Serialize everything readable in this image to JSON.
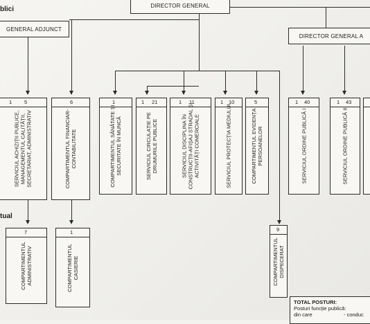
{
  "headers": {
    "director_top": "DIRECTOR GENERAL",
    "director_adjunct_left": "GENERAL ADJUNCT",
    "director_adjunct_right": "DIRECTOR GENERAL A"
  },
  "section_labels": {
    "top_left": "blici",
    "mid_left": "tual"
  },
  "top_departments": [
    {
      "a": "1",
      "b": "5",
      "label": "SERVICIUL ACHIZIȚII PUBLICE, MANAGEMENTUL CALITĂȚII, SECRETARIAT, ADMINISTRATIV"
    },
    {
      "a": "",
      "b": "6",
      "label": "COMPARTIMENTUL FINANCIAR-CONTABILITATE"
    },
    {
      "a": "",
      "b": "1",
      "label": "COMPARTIMENTUL SĂNĂTATE ȘI SECURITATE ÎN MUNCĂ"
    },
    {
      "a": "1",
      "b": "21",
      "label": "SERVICIUL CIRCULAȚIE PE DRUMURILE PUBLICE"
    },
    {
      "a": "1",
      "b": "11",
      "label": "SERVICIUL DISCIPLINA ÎN CONSTRUCȚII-AFIȘAJ STRADAL ȘI ACTIVITĂȚI COMERCIALE"
    },
    {
      "a": "1",
      "b": "10",
      "label": "SERVICIUL PROTECȚIA MEDIULUI"
    },
    {
      "a": "",
      "b": "5",
      "label": "COMPARTIMENTUL EVIDENȚA PERSOANELOR"
    },
    {
      "a": "1",
      "b": "40",
      "label": "SERVICIUL ORDINE PUBLICĂ I"
    },
    {
      "a": "1",
      "b": "43",
      "label": "SERVICIUL ORDINE PUBLICĂ II"
    }
  ],
  "bottom_departments": [
    {
      "a": "",
      "b": "7",
      "label": "COMPARTIMENTUL ADMINISTRATIV"
    },
    {
      "a": "",
      "b": "1",
      "label": "COMPARTIMENTUL CASIERIE"
    },
    {
      "a": "",
      "b": "9",
      "label": "COMPARTIMENTUL DISPECERAT"
    }
  ],
  "totals": {
    "title": "TOTAL POSTURI:",
    "line1": "Posturi funcție publică:",
    "line2": "din care",
    "line2_right": "- conduc"
  }
}
